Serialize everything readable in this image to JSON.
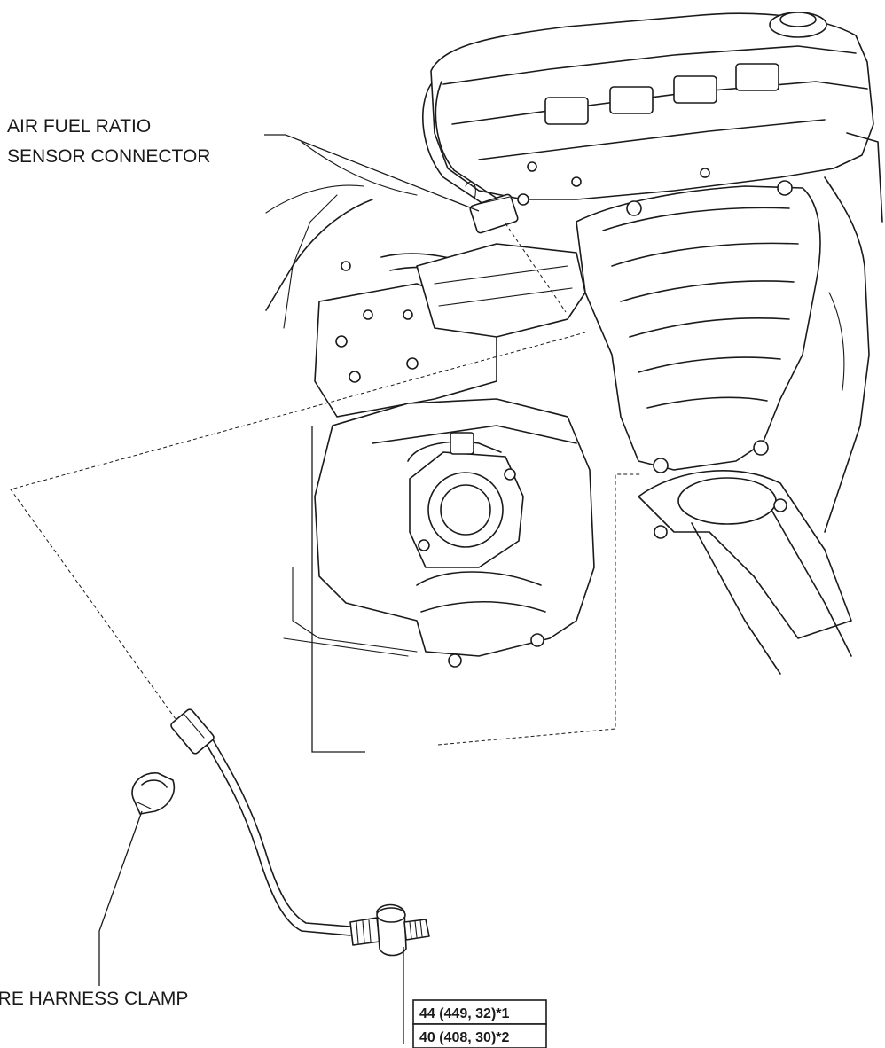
{
  "labels": {
    "connector_line1": "AIR FUEL RATIO",
    "connector_line2": "SENSOR CONNECTOR",
    "clamp": "WIRE HARNESS CLAMP",
    "torque_1": "44 (449, 32)*1",
    "torque_2": "40 (408, 30)*2"
  },
  "colors": {
    "line": "#1a1a1a",
    "background": "#ffffff"
  }
}
